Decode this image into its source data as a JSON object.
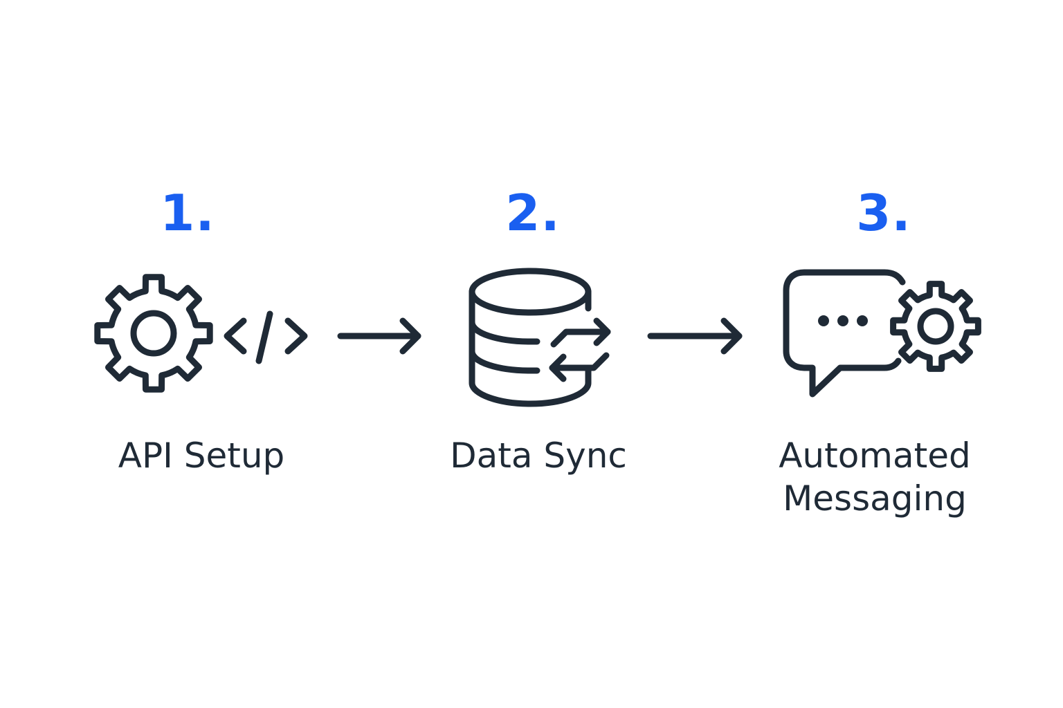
{
  "colors": {
    "accent": "#1a5ff0",
    "ink": "#1f2a36",
    "background": "#ffffff"
  },
  "steps": [
    {
      "number": "1.",
      "label": "API Setup",
      "icons": [
        "gear-icon",
        "code-brackets-icon"
      ]
    },
    {
      "number": "2.",
      "label": "Data Sync",
      "icons": [
        "database-icon",
        "sync-arrows-icon"
      ]
    },
    {
      "number": "3.",
      "label_lines": [
        "Automated",
        "Messaging"
      ],
      "icons": [
        "chat-bubble-icon",
        "gear-icon"
      ]
    }
  ],
  "connectors": [
    "arrow-right-icon",
    "arrow-right-icon"
  ]
}
